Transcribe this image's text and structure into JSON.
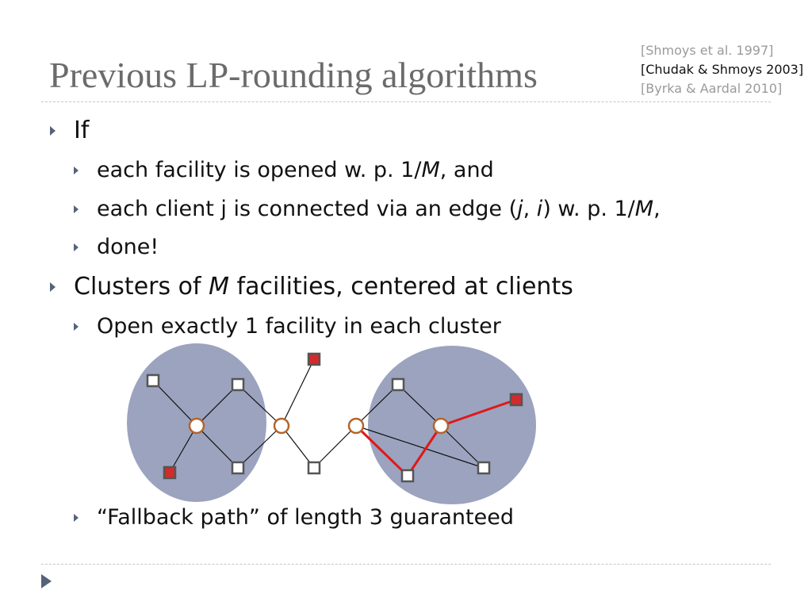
{
  "slide": {
    "title": "Previous LP-rounding algorithms",
    "references": [
      "[Shmoys et al. 1997]",
      "[Chudak & Shmoys 2003]",
      "[Byrka & Aardal 2010]"
    ],
    "bullets": {
      "b1": "If",
      "b1_1": "each facility is opened w. p. 1/M, and",
      "b1_2": "each client j is connected via an edge (j, i) w. p. 1/M,",
      "b1_3": "done!",
      "b2": "Clusters of M facilities, centered at clients",
      "b2_1": "Open exactly 1 facility in each cluster",
      "b2_2": "“Fallback path” of length 3 guaranteed"
    }
  },
  "colors": {
    "cluster": "#9ba3bf",
    "client_stroke": "#b5642a",
    "facility_open": "#d42a2a",
    "facility_stroke": "#555555",
    "fallback_edge": "#e01818",
    "edge": "#111111"
  }
}
